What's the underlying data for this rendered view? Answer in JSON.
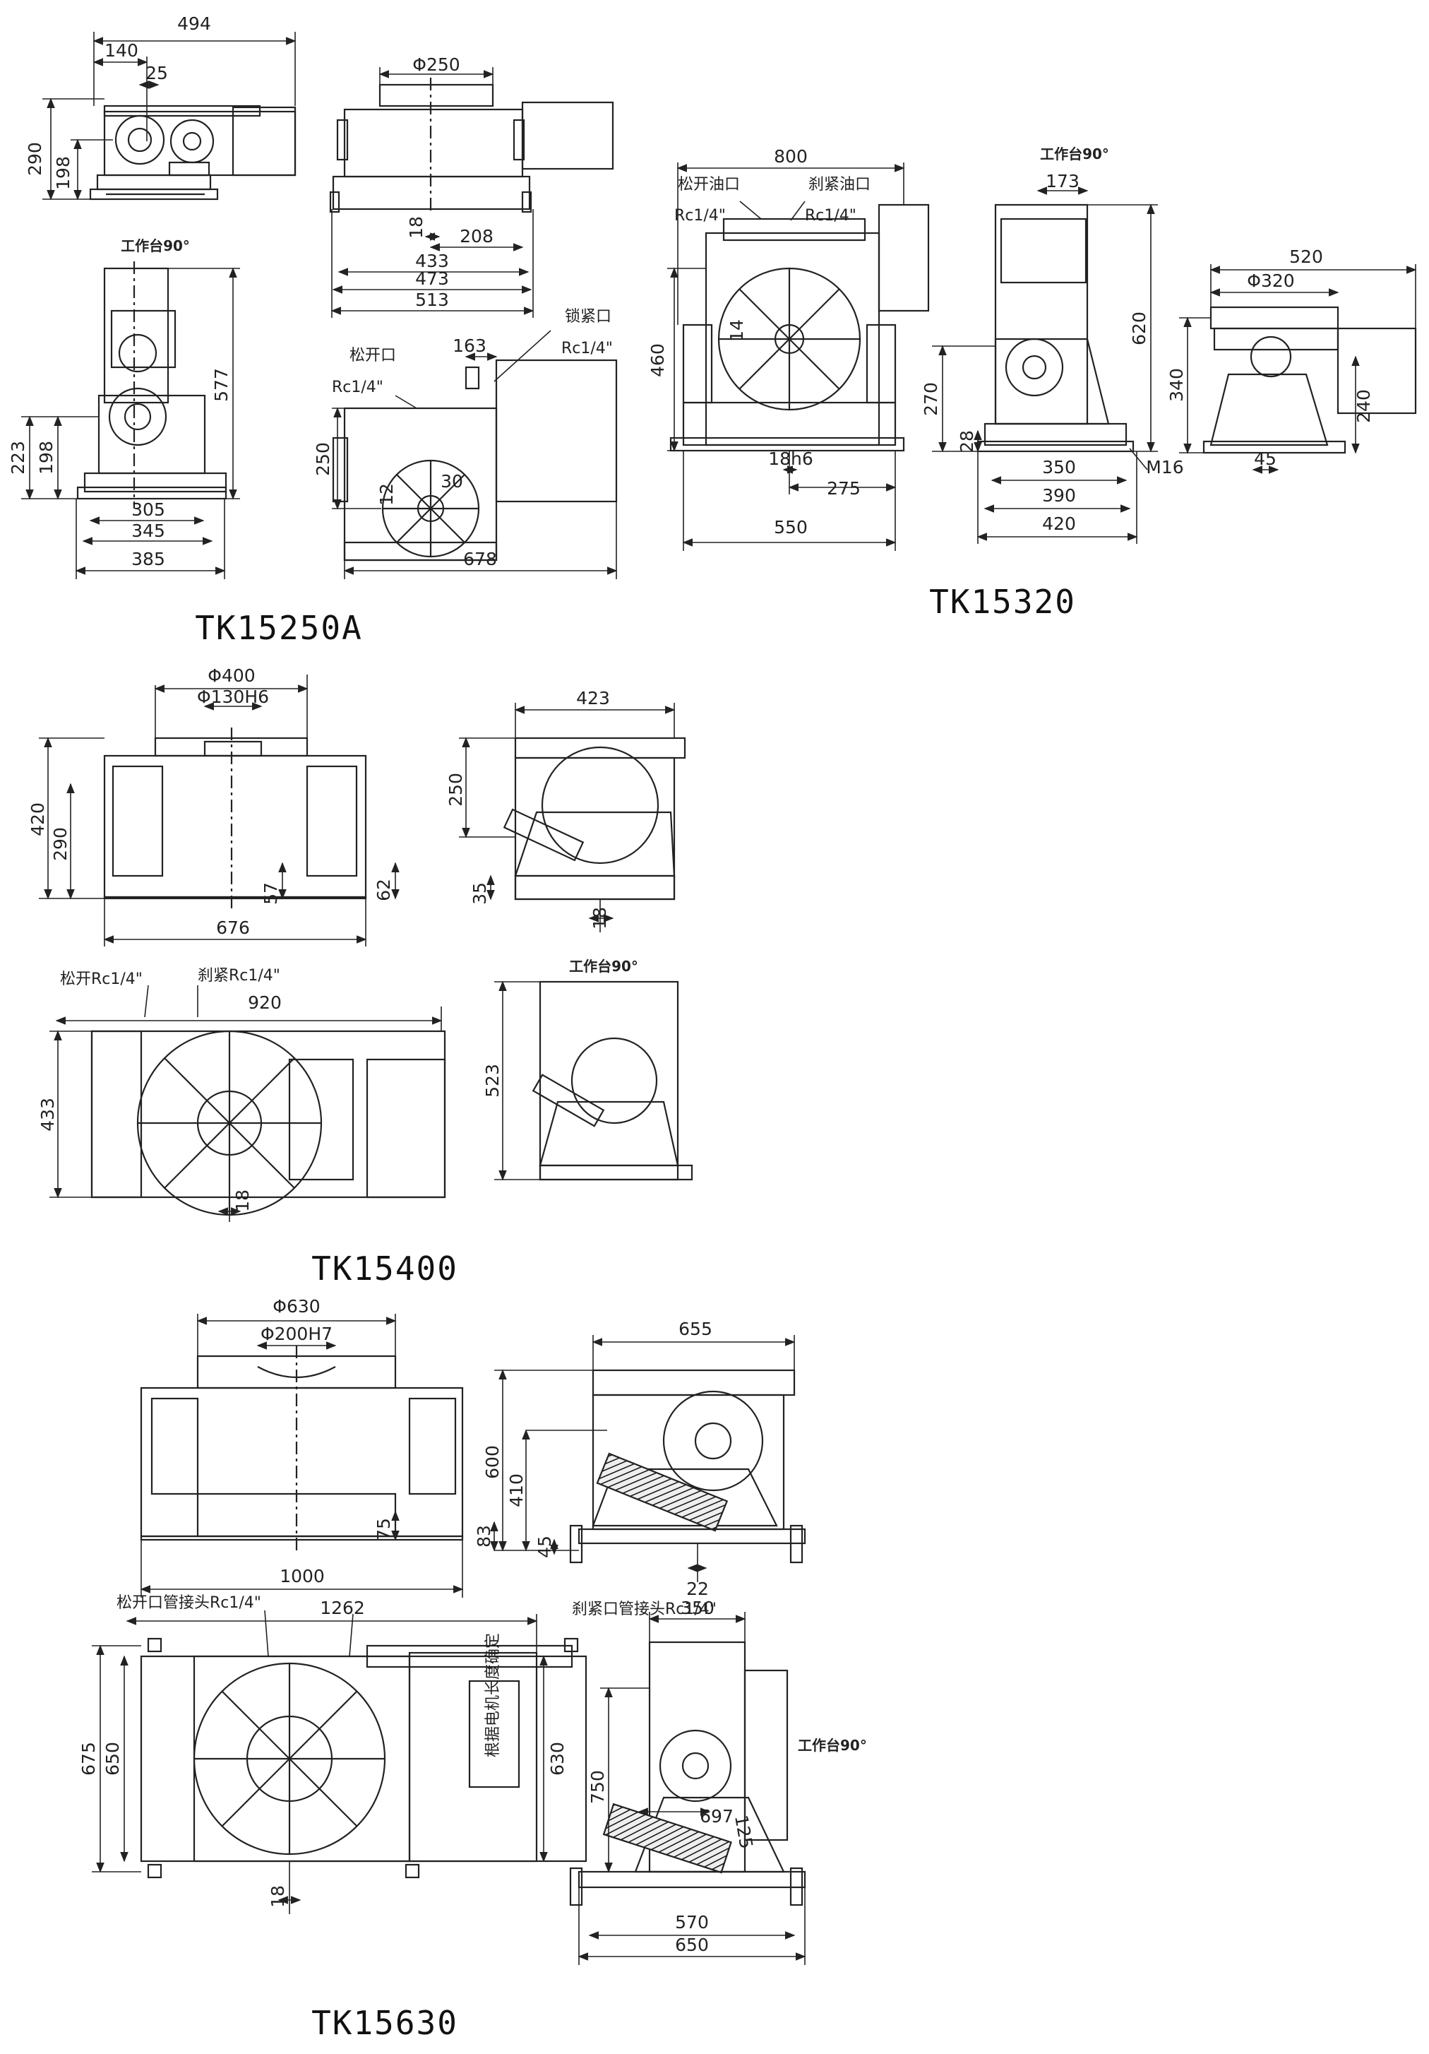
{
  "models": {
    "tk15250a": {
      "name": "TK15250A",
      "top_left": {
        "w494": "494",
        "w140": "140",
        "w25": "25",
        "h290": "290",
        "h198": "198"
      },
      "top_mid": {
        "d250": "Φ250",
        "w18": "18",
        "w208": "208",
        "w433": "433",
        "w473": "473",
        "w513": "513"
      },
      "left_90": {
        "title": "工作台90°",
        "h577": "577",
        "h223": "223",
        "h198": "198",
        "w305": "305",
        "w345": "345",
        "w385": "385"
      },
      "plan": {
        "port_loosen": "松开口",
        "port_loosen_rc": "Rc1/4\"",
        "port_lock": "锁紧口",
        "port_lock_rc": "Rc1/4\"",
        "w163": "163",
        "h250": "250",
        "a12": "12",
        "a30": "30",
        "w678": "678"
      }
    },
    "tk15320": {
      "name": "TK15320",
      "front": {
        "w800": "800",
        "port_loosen": "松开油口",
        "port_loosen_rc": "Rc1/4\"",
        "port_lock": "刹紧油口",
        "port_lock_rc": "Rc1/4\"",
        "h460": "460",
        "a14": "14",
        "w18h6": "18h6",
        "w275": "275",
        "w550": "550"
      },
      "side_90": {
        "title": "工作台90°",
        "w173": "173",
        "h620": "620",
        "h270": "270",
        "h28": "28",
        "w350": "350",
        "w390": "390",
        "w420": "420",
        "m16": "M16"
      },
      "side": {
        "w520": "520",
        "d320": "Φ320",
        "h340": "340",
        "h240": "240",
        "w45": "45"
      }
    },
    "tk15400": {
      "name": "TK15400",
      "front": {
        "d400": "Φ400",
        "d130": "Φ130H6",
        "h420": "420",
        "h290": "290",
        "h57": "57",
        "h62": "62",
        "w676": "676"
      },
      "side": {
        "w423": "423",
        "h250": "250",
        "h35": "35",
        "w18": "18"
      },
      "plan": {
        "port_loosen": "松开Rc1/4\"",
        "port_lock": "刹紧Rc1/4\"",
        "w920": "920",
        "h433": "433",
        "w18": "18"
      },
      "side_90": {
        "title": "工作台90°",
        "h523": "523"
      }
    },
    "tk15630": {
      "name": "TK15630",
      "front": {
        "d630": "Φ630",
        "d200": "Φ200H7",
        "h75": "75",
        "w1000": "1000"
      },
      "side": {
        "w655": "655",
        "h600": "600",
        "h410": "410",
        "h83": "83",
        "h45": "45",
        "w22": "22"
      },
      "plan": {
        "port_loosen": "松开口管接头Rc1/4\"",
        "port_lock": "刹紧口管接头Rc1/4\"",
        "w1262": "1262",
        "h675": "675",
        "h650": "650",
        "h630": "630",
        "w18": "18",
        "motor_note": "根据电机长度确定"
      },
      "side_90": {
        "title": "工作台90°",
        "w350": "350",
        "h750": "750",
        "w697": "697",
        "a125": "125",
        "w570": "570",
        "w650": "650"
      }
    }
  }
}
